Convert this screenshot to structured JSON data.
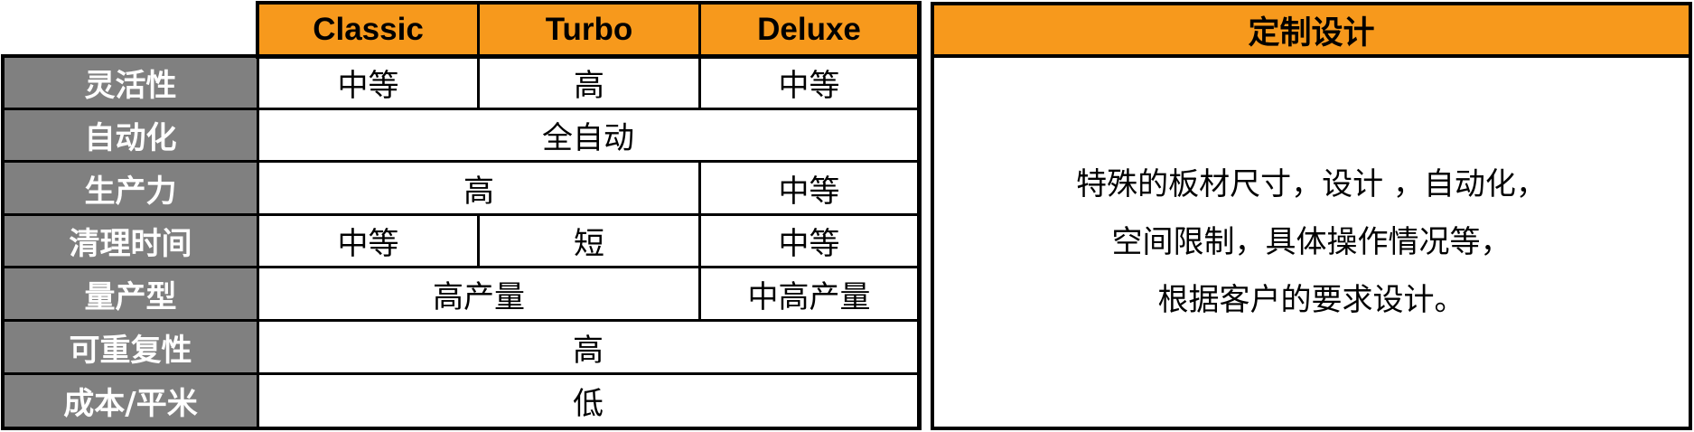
{
  "columns": {
    "classic": "Classic",
    "turbo": "Turbo",
    "deluxe": "Deluxe",
    "custom": "定制设计"
  },
  "rows": {
    "flexibility": {
      "label": "灵活性",
      "classic": "中等",
      "turbo": "高",
      "deluxe": "中等"
    },
    "automation": {
      "label": "自动化",
      "all": "全自动"
    },
    "productivity": {
      "label": "生产力",
      "classic_turbo": "高",
      "deluxe": "中等"
    },
    "cleaning_time": {
      "label": "清理时间",
      "classic": "中等",
      "turbo": "短",
      "deluxe": "中等"
    },
    "volume": {
      "label": "量产型",
      "classic_turbo": "高产量",
      "deluxe": "中高产量"
    },
    "repeatability": {
      "label": "可重复性",
      "all": "高"
    },
    "cost_per_sqm": {
      "label": "成本/平米",
      "all": "低"
    }
  },
  "custom_design": {
    "lines": [
      "特殊的板材尺寸，设计 ，自动化，",
      "空间限制，具体操作情况等，",
      "根据客户的要求设计。"
    ]
  }
}
